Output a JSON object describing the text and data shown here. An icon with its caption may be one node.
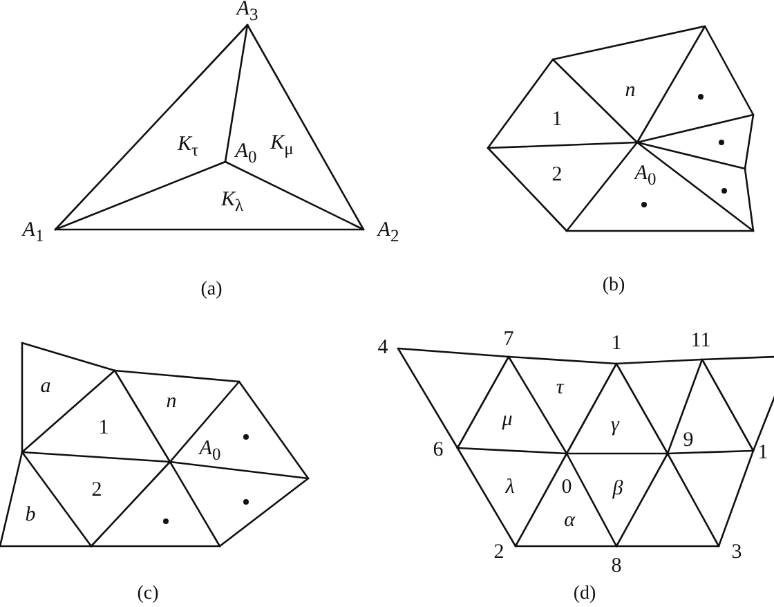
{
  "diagram": {
    "labels": [
      "*A*$_{3}$",
      "*K*$_{τ}$",
      "*A*$_{0}$",
      "*K*$_{μ}$",
      "*K*$_{λ}$",
      "*A*$_{1}$",
      "*A*$_{2}$",
      "(a)",
      "n",
      "1",
      "2",
      "*A*$_{0}$",
      "(b)",
      "a",
      "n",
      "1",
      "*A*$_{0}$",
      "2",
      "b",
      "(c)",
      "4",
      "7",
      "1",
      "11",
      "τ",
      "μ",
      "γ",
      "6",
      "9",
      "1",
      "λ",
      "0",
      "β",
      "α",
      "2",
      "3",
      "8",
      "(d)"
    ]
  }
}
